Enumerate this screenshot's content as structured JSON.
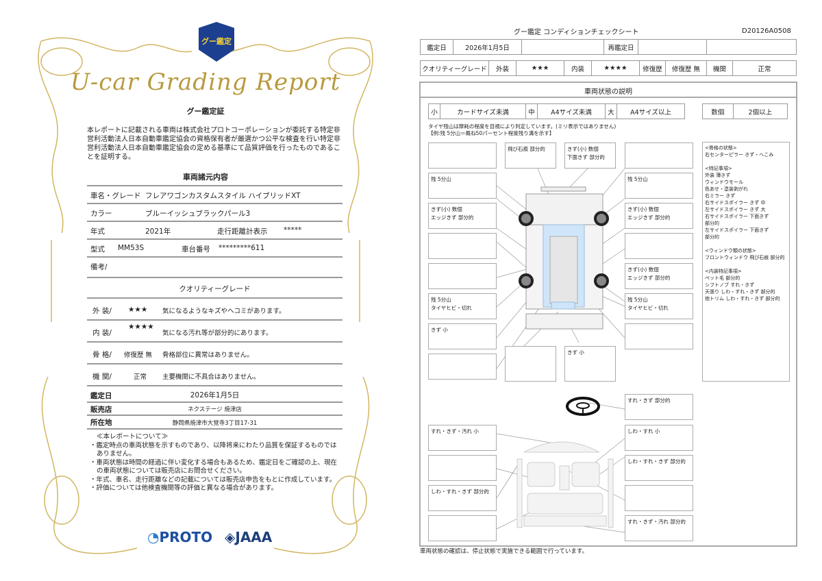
{
  "left": {
    "logo_text": "グー鑑定",
    "title": "U-car Grading Report",
    "cert_heading": "グー鑑定証",
    "cert_text": "本レポートに記載される車両は株式会社プロトコーポレーションが委託する特定非営利活動法人日本自動車鑑定協会の資格保有者が厳選かつ公平な検査を行い特定非営利活動法人日本自動車鑑定協会の定める基準にて品質評価を行ったものであることを証明する。",
    "spec_heading": "車両諸元内容",
    "name_label": "車名・グレード",
    "name_value": "フレアワゴンカスタムスタイル ハイブリッドXT",
    "color_label": "カラー",
    "color_value": "ブルーイッシュブラックパール3",
    "year_label": "年式",
    "year_value": "2021年",
    "odo_label": "走行距離計表示",
    "odo_value": "*****",
    "model_label": "型式",
    "model_value": "MM53S",
    "chassis_label": "車台番号",
    "chassis_value": "*********611",
    "remarks_label": "備考/",
    "grade_heading": "クオリティーグレード",
    "grades": [
      {
        "label": "外 装/",
        "value": "★★★",
        "desc": "気になるようなキズやヘコミがあります。"
      },
      {
        "label": "内 装/",
        "value": "★★★★",
        "desc": "気になる汚れ等が部分的にあります。"
      },
      {
        "label": "骨 格/",
        "value": "修復歴 無",
        "desc": "骨格部位に異常はありません。"
      },
      {
        "label": "機 関/",
        "value": "正常",
        "desc": "主要機関に不具合はありません。"
      }
    ],
    "date_label": "鑑定日",
    "date_value": "2026年1月5日",
    "shop_label": "販売店",
    "shop_value": "ネクステージ 焼津店",
    "addr_label": "所在地",
    "addr_value": "静岡県焼津市大覚寺3丁目17-31",
    "notes_title": "≪本レポートについて≫",
    "notes": [
      "・鑑定時点の車両状態を示すものであり、以降将来にわたり品質を保証するものではありません。",
      "・車両状態は時間の経過に伴い変化する場合もあるため、鑑定日をご確認の上、現在の車両状態については販売店にお問合せください。",
      "・年式、車名、走行距離などの記載については販売店申告をもとに作成しています。",
      "・評価については他検査機関等の評価と異なる場合があります。"
    ],
    "logo_proto": "PROTO",
    "logo_jaaa": "JAAA"
  },
  "right": {
    "title": "グー鑑定 コンディションチェックシート",
    "doc_id": "D20126A0508",
    "date_label": "鑑定日",
    "date_value": "2026年1月5日",
    "redate_label": "再鑑定日",
    "qg_label": "クオリティーグレード",
    "ext_label": "外装",
    "ext_value": "★★★",
    "int_label": "内装",
    "int_value": "★★★★",
    "repair_label": "修復歴",
    "repair_value": "修復歴 無",
    "engine_label": "機関",
    "engine_value": "正常",
    "section_title": "車両状態の説明",
    "legend": [
      "小",
      "カードサイズ未満",
      "中",
      "A4サイズ未満",
      "大",
      "A4サイズ以上"
    ],
    "count_label": "数個",
    "count_value": "2個以上",
    "tire_note1": "タイヤ残山は摩耗の程度を目視により判定しています。(ミリ表示ではありません)",
    "tire_note2": "【例:残 5分山＝概ね50パーセント程度残り溝を示す】",
    "ext_boxes": {
      "top_l": "",
      "top_m1": "飛び石痕 部分的",
      "top_m2": "きず(小) 数個\n下面きず 部分的",
      "top_r": "",
      "l1": "残 5分山",
      "l2": "きず(小) 数個\nエッジきず 部分的",
      "l3": "",
      "l4": "",
      "l5": "残 5分山\nタイヤヒビ・切れ",
      "l6": "きず 小",
      "l7": "",
      "r1": "残 5分山",
      "r2": "きず(小) 数個\nエッジきず 部分的",
      "r3": "",
      "r4": "きず(小) 数個\nエッジきず 部分的",
      "r5": "残 5分山\nタイヤヒビ・切れ",
      "r6": "",
      "bot_m1": "",
      "bot_m2": "きず 小"
    },
    "int_boxes": {
      "r1": "すれ・きず 部分的",
      "r2": "しわ・すれ 小",
      "r3": "しわ・すれ・きず 部分的",
      "r4": "",
      "r5": "すれ・きず・汚れ 部分的",
      "l1": "すれ・きず・汚れ 小",
      "l2": "",
      "l3": "しわ・すれ・きず 部分的",
      "l4": ""
    },
    "notes_box": "<骨格の状態>\n右センターピラー きず・へこみ\n\n<特記事項>\n外装 薄きず\nウィンドウモール\n色あせ・塗装剥がれ\n右ミラー きず\n右サイドスポイラー きず 中\n左サイドスポイラー きず 大\n右サイドスポイラー 下面きず\n部分的\n左サイドスポイラー 下面きず\n部分的\n\n<ウィンドウ類の状態>\nフロントウィンドウ 飛び石痕 部分的\n\n<内装特記事項>\nペット毛 部分的\nシフトノブ すれ・きず\n天張り しわ・すれ・きず 部分的\n他トリム しわ・すれ・きず 部分的",
    "footer": "車両状態の確認は、停止状態で実施できる範囲で行っています。"
  }
}
